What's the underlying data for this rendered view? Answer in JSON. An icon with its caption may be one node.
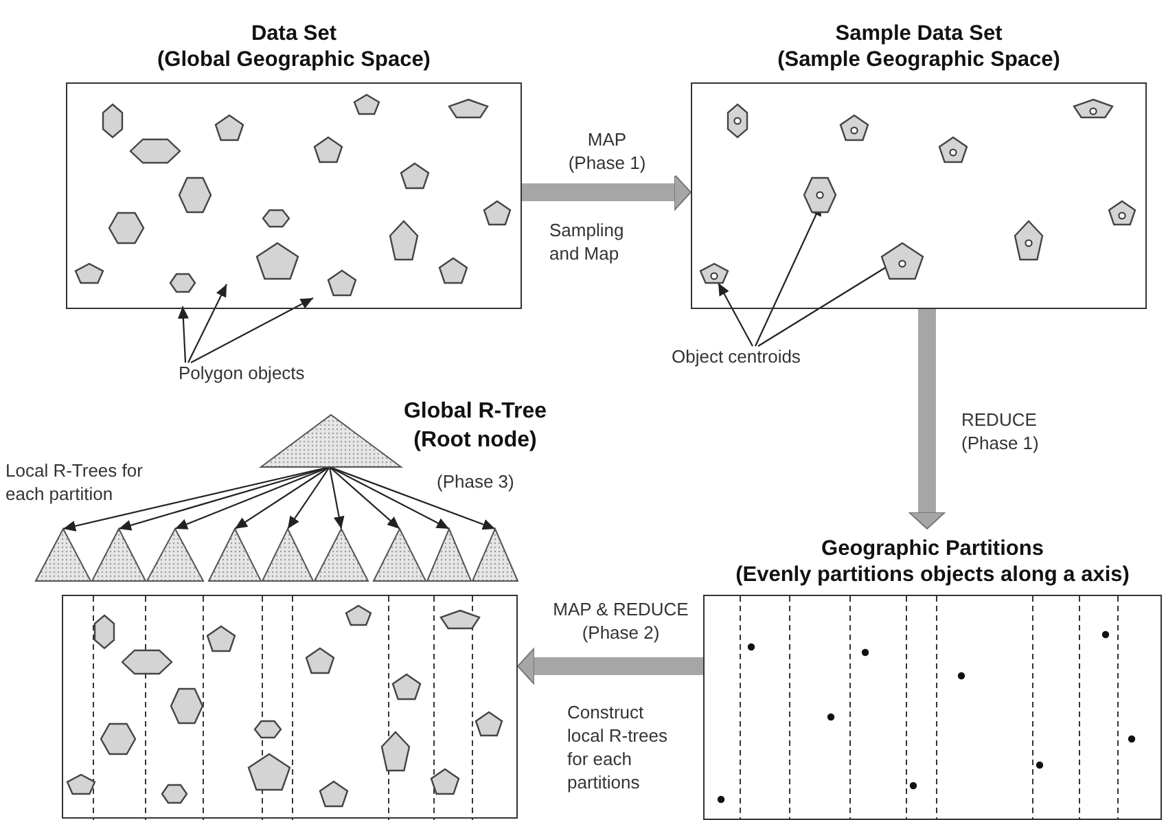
{
  "diagram": {
    "nodes": [
      {
        "text": [
          "Data Set (Global Geographic Space)"
        ]
      },
      {
        "text": [
          "Sample Data Set (Sample Geographic Space)"
        ]
      },
      {
        "text": [
          "Polygon objects"
        ]
      },
      {
        "text": [
          "Object centroids"
        ]
      },
      {
        "text": [
          "Global R-Tree (Root node)"
        ],
        "beside": [
          "(Phase 3)"
        ]
      },
      {
        "text": [],
        "shape": "triangle"
      },
      {
        "text": [],
        "shape": "triangle"
      },
      {
        "text": [],
        "shape": "triangle"
      },
      {
        "text": [],
        "shape": "triangle"
      },
      {
        "text": [],
        "shape": "triangle"
      },
      {
        "text": [],
        "shape": "triangle"
      },
      {
        "text": [],
        "shape": "triangle"
      },
      {
        "text": [],
        "shape": "triangle"
      },
      {
        "text": [],
        "shape": "triangle"
      },
      {
        "text": [
          "Geographic Partitions (Evenly partitions objects along a axis)"
        ]
      },
      {
        "text": [],
        "shape": "box"
      }
    ],
    "edges": [
      {
        "from": 0,
        "to": 1,
        "arrow": "to",
        "label": "MAP (Phase 1)",
        "style": "thick",
        "color": "#a6a6a6"
      },
      {
        "from": 1,
        "to": 14,
        "arrow": "to",
        "label": "REDUCE (Phase 1)",
        "style": "thick",
        "color": "#a6a6a6"
      },
      {
        "from": 14,
        "to": 15,
        "arrow": "to",
        "label": "MAP & REDUCE (Phase 2)",
        "style": "thick",
        "color": "#a6a6a6"
      },
      {
        "from": 2,
        "to": 0,
        "arrow": "to"
      },
      {
        "from": 2,
        "to": 0,
        "arrow": "to"
      },
      {
        "from": 2,
        "to": 0,
        "arrow": "to"
      },
      {
        "from": 3,
        "to": 1,
        "arrow": "to"
      },
      {
        "from": 3,
        "to": 1,
        "arrow": "to"
      },
      {
        "from": 3,
        "to": 1,
        "arrow": "to"
      },
      {
        "from": 4,
        "to": 5,
        "arrow": "to"
      },
      {
        "from": 4,
        "to": 6,
        "arrow": "to"
      },
      {
        "from": 4,
        "to": 7,
        "arrow": "to"
      },
      {
        "from": 4,
        "to": 8,
        "arrow": "to"
      },
      {
        "from": 4,
        "to": 9,
        "arrow": "to"
      },
      {
        "from": 4,
        "to": 10,
        "arrow": "to"
      },
      {
        "from": 4,
        "to": 11,
        "arrow": "to"
      },
      {
        "from": 4,
        "to": 12,
        "arrow": "to"
      },
      {
        "from": 4,
        "to": 13,
        "arrow": "to"
      }
    ],
    "labels": [
      "Sampling and Map",
      "Local R-Trees for each partition",
      "Construct local R-trees for each partitions"
    ]
  }
}
